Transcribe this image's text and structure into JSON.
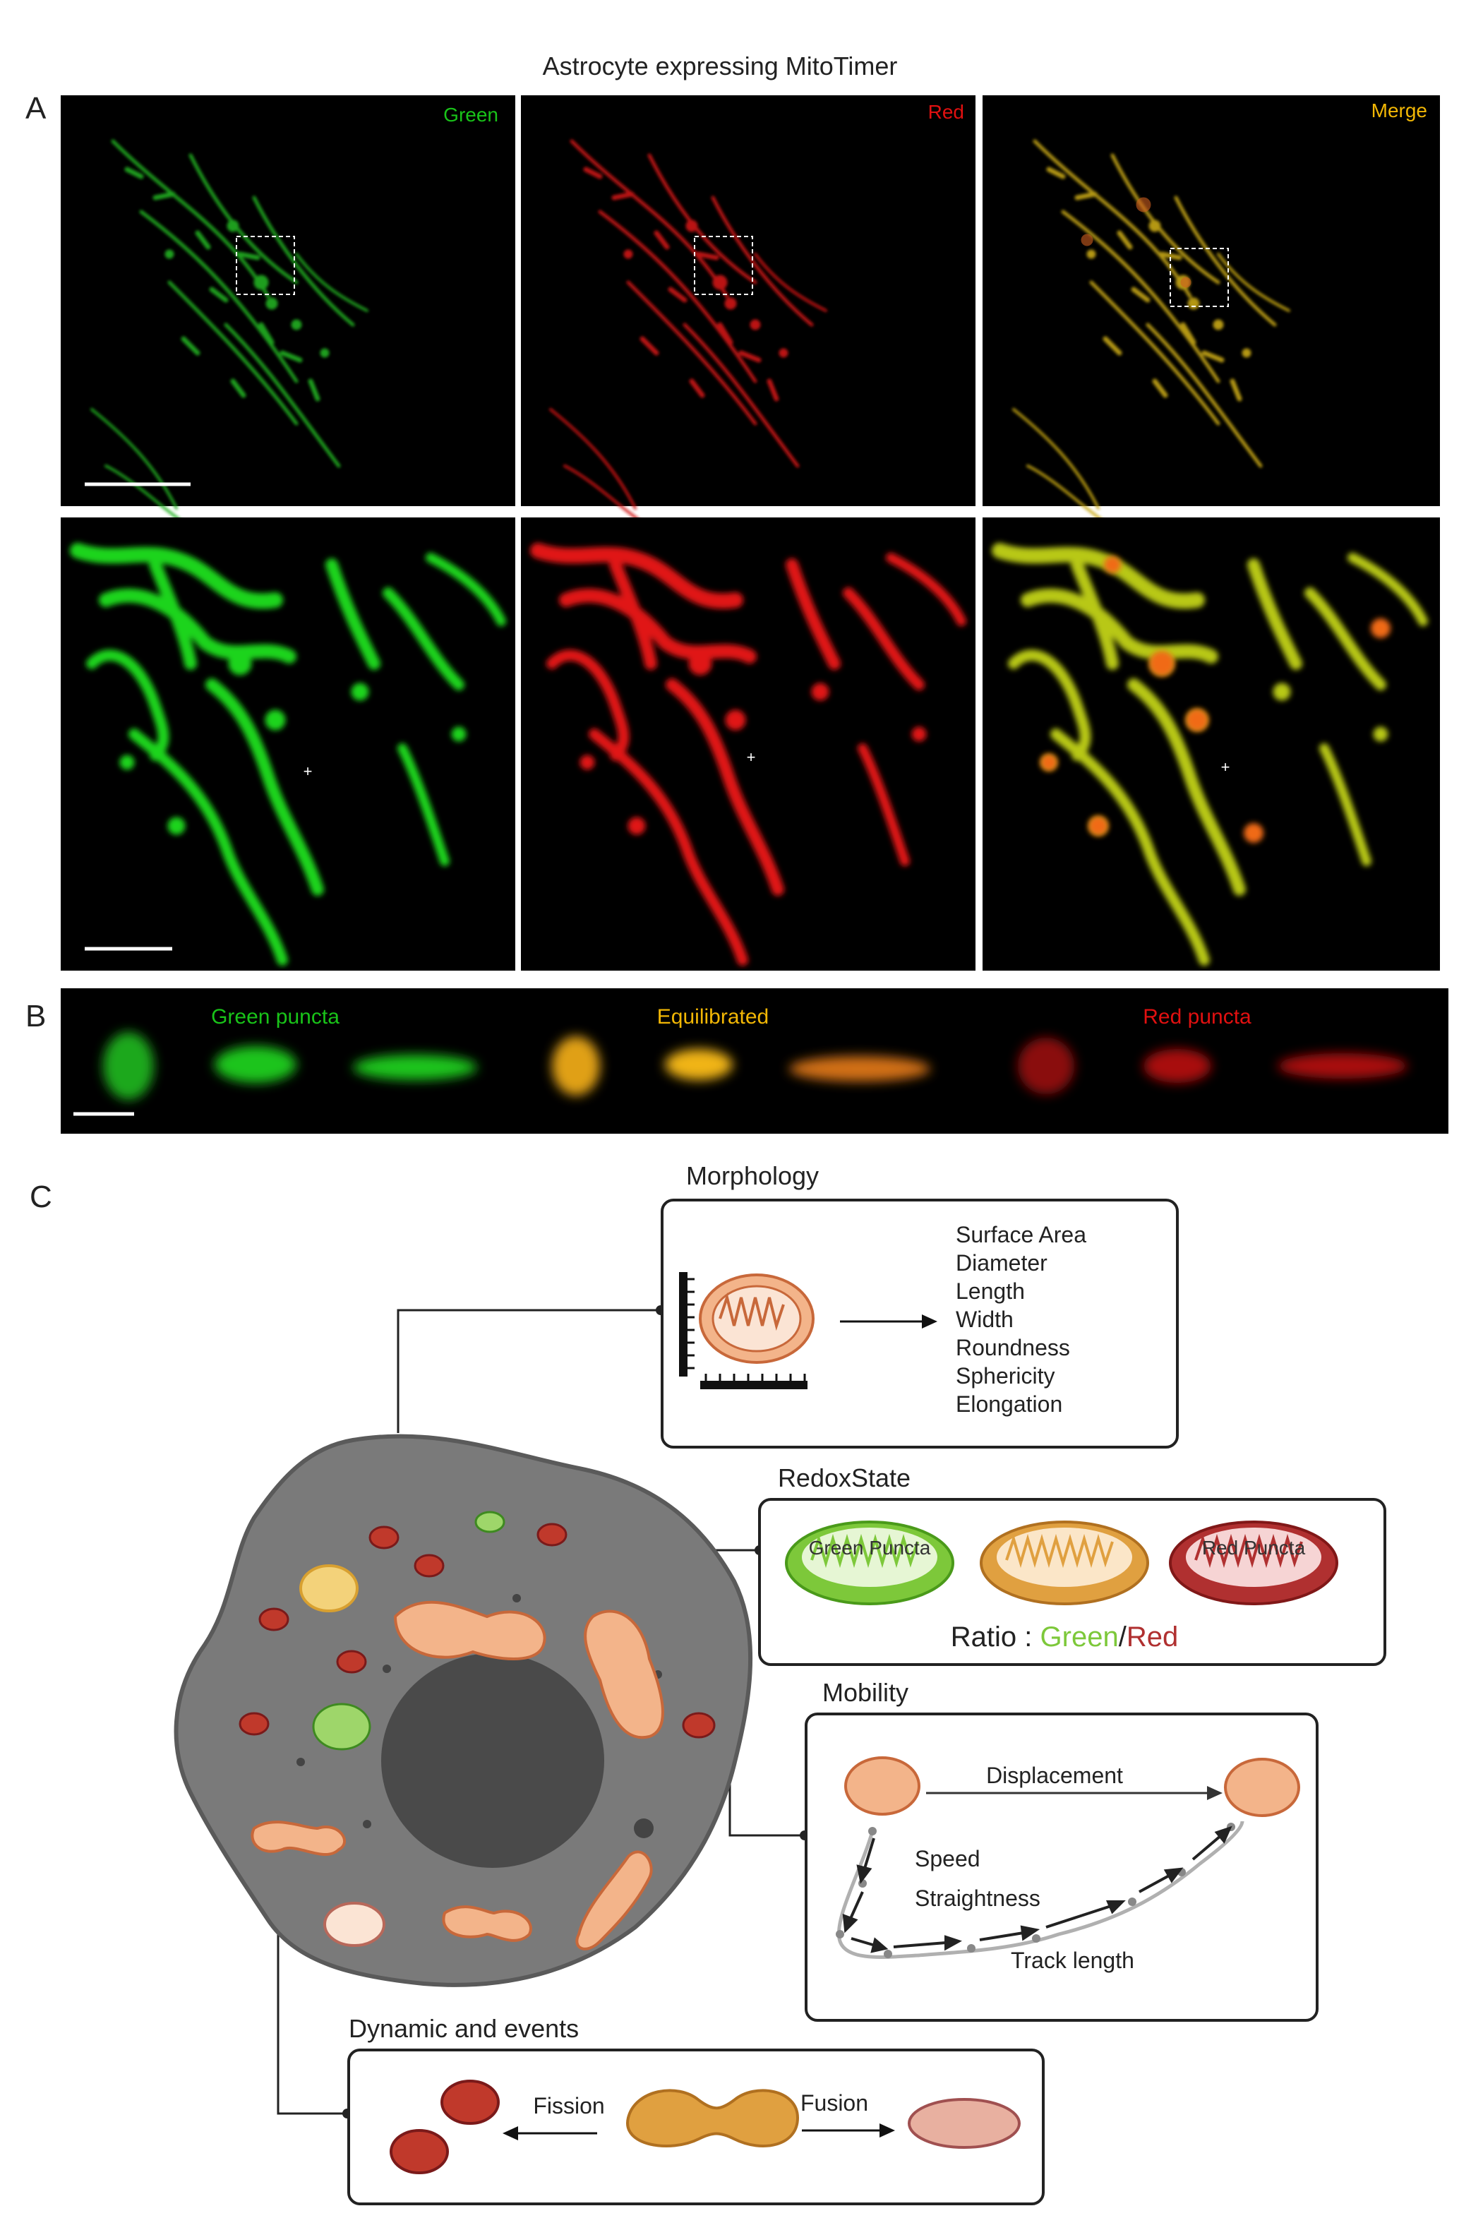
{
  "figure_title": "Astrocyte expressing MitoTimer",
  "panel_letters": {
    "a": "A",
    "b": "B",
    "c": "C"
  },
  "panel_a": {
    "channel_labels": [
      "Green",
      "Red",
      "Merge"
    ]
  },
  "panel_b": {
    "labels": [
      "Green puncta",
      "Equilibrated",
      "Red puncta"
    ]
  },
  "panel_c": {
    "morphology": {
      "title": "Morphology",
      "metrics": [
        "Surface Area",
        "Diameter",
        "Length",
        "Width",
        "Roundness",
        "Sphericity",
        "Elongation"
      ]
    },
    "redox": {
      "title": "RedoxState",
      "green_label": "Green Puncta",
      "red_label": "Red Puncta",
      "ratio_prefix": "Ratio : ",
      "ratio_green": "Green",
      "ratio_sep": "/",
      "ratio_red": "Red"
    },
    "mobility": {
      "title": "Mobility",
      "displacement": "Displacement",
      "speed": "Speed",
      "straightness": "Straightness",
      "track_length": "Track length"
    },
    "dynamics": {
      "title": "Dynamic and events",
      "fission": "Fission",
      "fusion": "Fusion"
    }
  },
  "colors": {
    "green_channel": "#19c319",
    "red_channel": "#e01010",
    "merge_label": "#f2b705",
    "cell_body": "#7a7a7a",
    "nucleus": "#4a4a4a",
    "mito_orange": "#f0a070",
    "mito_red": "#b03030",
    "mito_green": "#7dc83a"
  }
}
